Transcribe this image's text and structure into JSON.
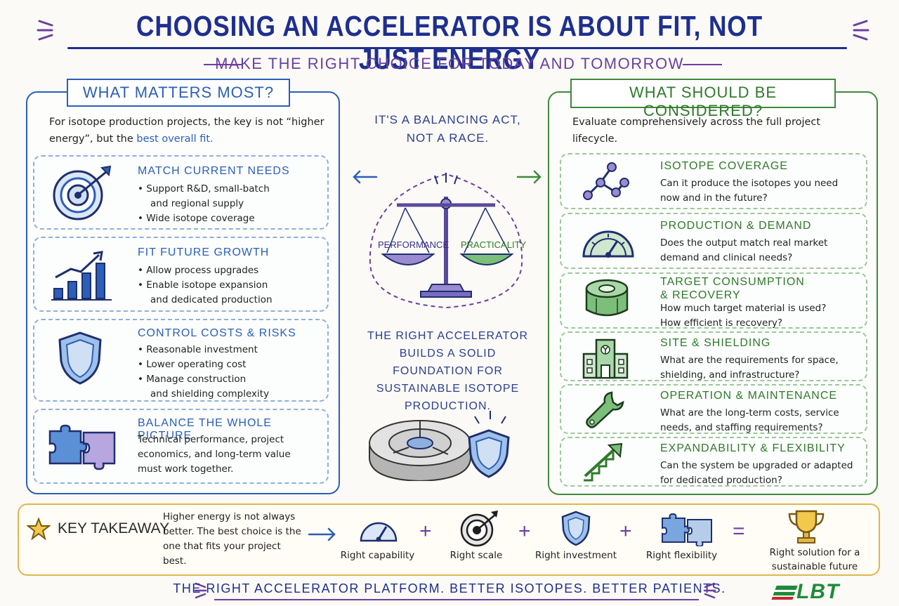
{
  "title": "CHOOSING AN ACCELERATOR IS ABOUT FIT, NOT JUST ENERGY",
  "subtitle": "MAKE THE RIGHT CHOICE FOR TODAY AND TOMORROW",
  "left_panel": {
    "heading": "WHAT MATTERS MOST?",
    "intro_a": "For isotope production projects, the key is not “higher energy”, but the ",
    "intro_highlight": "best overall fit.",
    "cards": [
      {
        "title": "MATCH CURRENT NEEDS",
        "icon": "target-icon",
        "bullets": [
          "Support R&D, small-batch",
          "and regional supply",
          "Wide isotope coverage"
        ]
      },
      {
        "title": "FIT FUTURE GROWTH",
        "icon": "growth-chart-icon",
        "bullets": [
          "Allow process upgrades",
          "Enable isotope expansion",
          "and dedicated production"
        ]
      },
      {
        "title": "CONTROL COSTS & RISKS",
        "icon": "shield-icon",
        "bullets": [
          "Reasonable investment",
          "Lower operating cost",
          "Manage construction",
          "and shielding complexity"
        ]
      },
      {
        "title": "BALANCE THE WHOLE PICTURE",
        "icon": "puzzle-icon",
        "text": "Technical performance, project economics, and long-term value must work together."
      }
    ]
  },
  "center": {
    "top_text": "IT'S A BALANCING ACT, NOT A RACE.",
    "scale_left": "PERFORMANCE",
    "scale_right": "PRACTICALITY",
    "bottom_text": "THE RIGHT ACCELERATOR BUILDS A SOLID FOUNDATION FOR SUSTAINABLE ISOTOPE PRODUCTION."
  },
  "right_panel": {
    "heading": "WHAT SHOULD BE CONSIDERED?",
    "intro": "Evaluate comprehensively across the full project lifecycle.",
    "cards": [
      {
        "title": "ISOTOPE COVERAGE",
        "icon": "molecule-icon",
        "text": "Can it produce the isotopes you need now and in the future?"
      },
      {
        "title": "PRODUCTION & DEMAND",
        "icon": "gauge-icon",
        "text": "Does the output match real market demand and clinical needs?"
      },
      {
        "title": "TARGET CONSUMPTION",
        "title2": "& RECOVERY",
        "icon": "target-disc-icon",
        "text": "How much target material is used? How efficient is recovery?"
      },
      {
        "title": "SITE & SHIELDING",
        "icon": "facility-icon",
        "text": "What are the requirements for space, shielding, and infrastructure?"
      },
      {
        "title": "OPERATION & MAINTENANCE",
        "icon": "wrench-icon",
        "text": "What are the long-term costs, service needs, and staffing requirements?"
      },
      {
        "title": "EXPANDABILITY & FLEXIBILITY",
        "icon": "growth-arrow-icon",
        "text": "Can the system be upgraded or adapted for dedicated production?"
      }
    ]
  },
  "takeaway": {
    "label": "KEY TAKEAWAY",
    "text": "Higher energy is not always better. The best choice is the one that fits your project best.",
    "items": [
      {
        "label": "Right capability",
        "icon": "gauge-icon"
      },
      {
        "label": "Right scale",
        "icon": "target-icon"
      },
      {
        "label": "Right investment",
        "icon": "shield-icon"
      },
      {
        "label": "Right flexibility",
        "icon": "puzzle-icon"
      }
    ],
    "result": "Right solution for a sustainable future"
  },
  "footer": "THE RIGHT ACCELERATOR PLATFORM. BETTER ISOTOPES. BETTER PATIENTS.",
  "logo": "LBT",
  "colors": {
    "navy": "#1e2f8f",
    "blue": "#2b5fb8",
    "green": "#3f8a3a",
    "purple": "#6b3fa0",
    "gold": "#e2b64a"
  }
}
